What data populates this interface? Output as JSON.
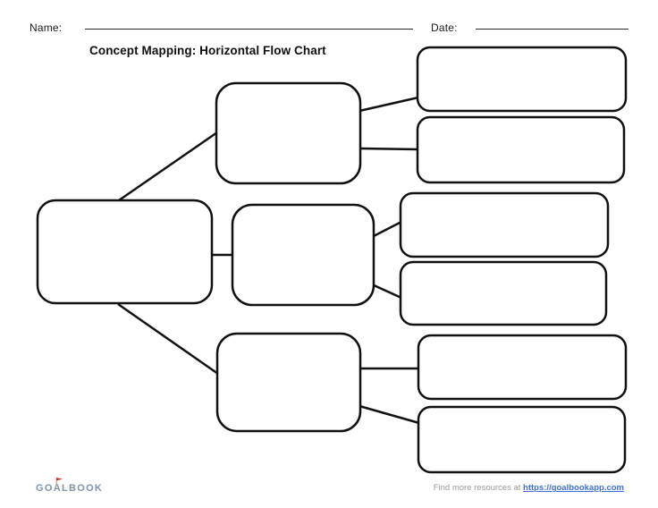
{
  "header": {
    "name_label": "Name:",
    "date_label": "Date:",
    "name_value": "",
    "date_value": ""
  },
  "title": "Concept Mapping: Horizontal Flow Chart",
  "diagram": {
    "type": "flowchart",
    "orientation": "horizontal",
    "nodes": [
      {
        "id": "main",
        "label": ""
      },
      {
        "id": "branch-top",
        "label": ""
      },
      {
        "id": "branch-middle",
        "label": ""
      },
      {
        "id": "branch-bottom",
        "label": ""
      },
      {
        "id": "leaf-1",
        "label": ""
      },
      {
        "id": "leaf-2",
        "label": ""
      },
      {
        "id": "leaf-3",
        "label": ""
      },
      {
        "id": "leaf-4",
        "label": ""
      },
      {
        "id": "leaf-5",
        "label": ""
      },
      {
        "id": "leaf-6",
        "label": ""
      }
    ],
    "edges": [
      {
        "from": "main",
        "to": "branch-top"
      },
      {
        "from": "main",
        "to": "branch-middle"
      },
      {
        "from": "main",
        "to": "branch-bottom"
      },
      {
        "from": "branch-top",
        "to": "leaf-1"
      },
      {
        "from": "branch-top",
        "to": "leaf-2"
      },
      {
        "from": "branch-middle",
        "to": "leaf-3"
      },
      {
        "from": "branch-middle",
        "to": "leaf-4"
      },
      {
        "from": "branch-bottom",
        "to": "leaf-5"
      },
      {
        "from": "branch-bottom",
        "to": "leaf-6"
      }
    ],
    "node_fill": "#ffffff",
    "stroke_color": "#111111"
  },
  "footer": {
    "logo_text": "GOALBOOK",
    "logo_color": "#7e94a9",
    "flag_color": "#c6392e",
    "prefix": "Find more resources at",
    "link_text": "https://goalbookapp.com",
    "link_color": "#3e6fd8"
  }
}
